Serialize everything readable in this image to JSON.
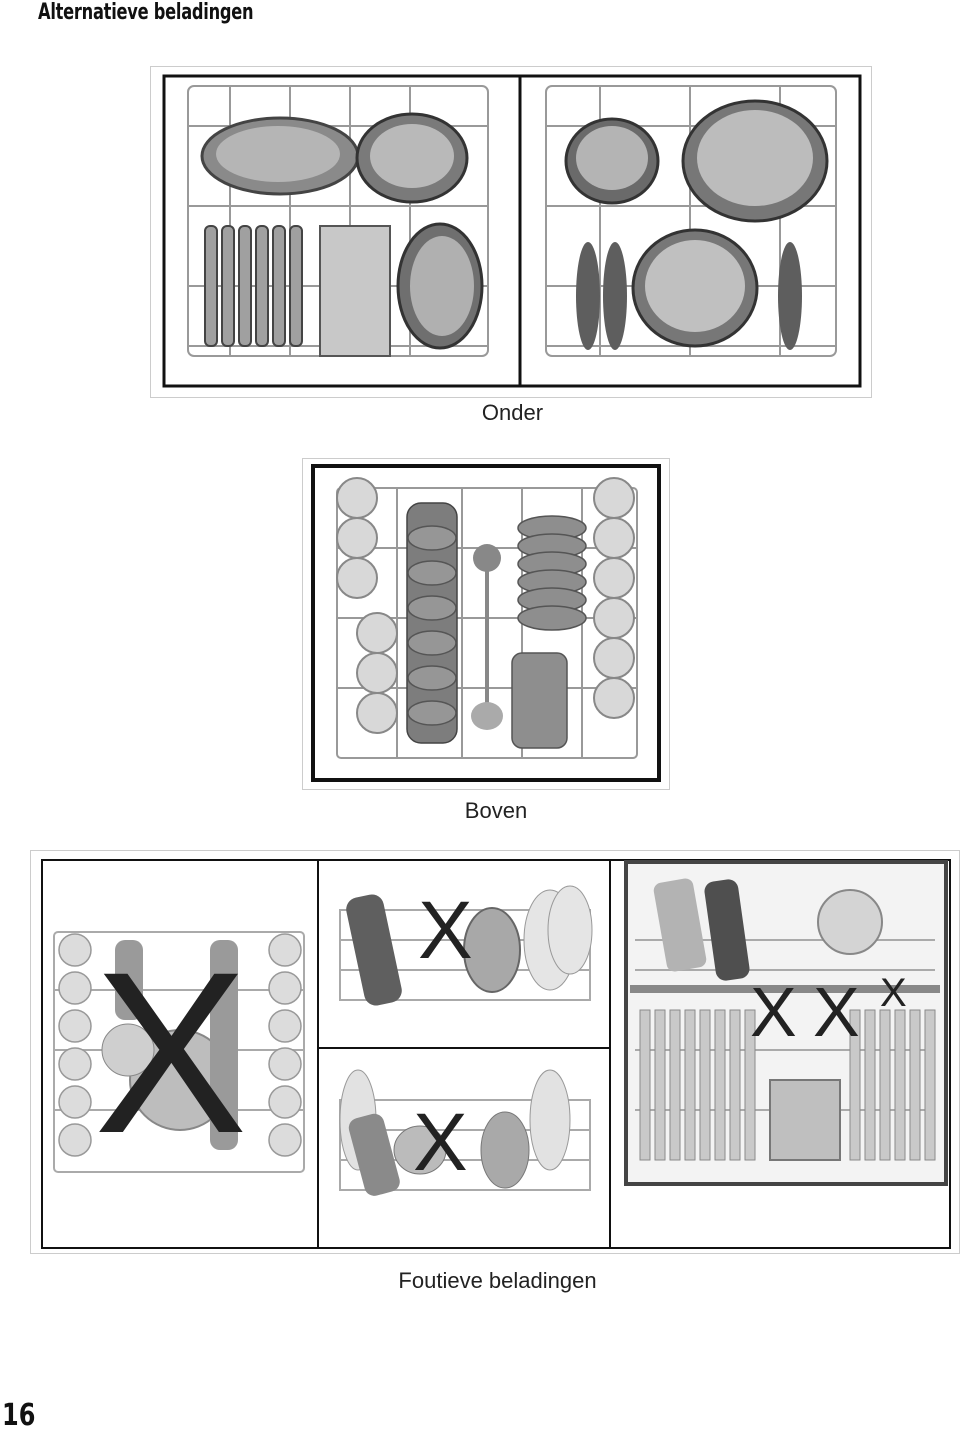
{
  "page": {
    "heading": "Alternatieve beladingen",
    "page_number": "16"
  },
  "figures": {
    "lower_basket": {
      "caption": "Onder"
    },
    "upper_basket": {
      "caption": "Boven"
    },
    "wrong_loading": {
      "caption": "Foutieve beladingen",
      "marks": [
        "X",
        "X",
        "X",
        "X",
        "X",
        "X"
      ]
    }
  }
}
